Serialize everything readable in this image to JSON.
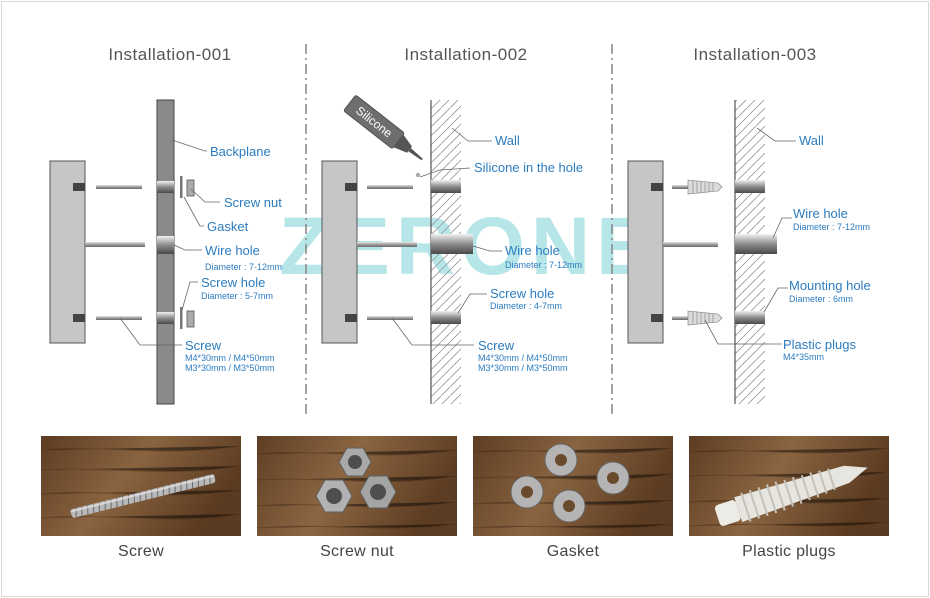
{
  "colors": {
    "accent": "#2c7cc0",
    "title": "#555555",
    "part_fill": "#c6c6c6",
    "backplane_fill": "#8a8a8a",
    "divider": "#8c8c8c",
    "watermark": "#7dd3d8"
  },
  "watermark": "ZERONE",
  "panels": [
    {
      "title": "Installation-001",
      "labels": {
        "backplane": "Backplane",
        "screw_nut": "Screw nut",
        "gasket": "Gasket",
        "wire_hole": "Wire hole",
        "wire_hole_diameter": "Diameter : 7-12mm",
        "screw_hole": "Screw hole",
        "screw_hole_diameter": "Diameter : 5-7mm",
        "screw": "Screw",
        "screw_spec_1": "M4*30mm / M4*50mm",
        "screw_spec_2": "M3*30mm / M3*50mm"
      }
    },
    {
      "title": "Installation-002",
      "labels": {
        "silicone_tube": "Silicone",
        "wall": "Wall",
        "silicone_hole": "Silicone in the hole",
        "wire_hole": "Wire hole",
        "wire_hole_diameter": "Diameter : 7-12mm",
        "screw_hole": "Screw hole",
        "screw_hole_diameter": "Diameter : 4-7mm",
        "screw": "Screw",
        "screw_spec_1": "M4*30mm / M4*50mm",
        "screw_spec_2": "M3*30mm / M3*50mm"
      }
    },
    {
      "title": "Installation-003",
      "labels": {
        "wall": "Wall",
        "wire_hole": "Wire hole",
        "wire_hole_diameter": "Diameter : 7-12mm",
        "mounting_hole": "Mounting hole",
        "mounting_hole_diameter": "Diameter : 6mm",
        "plastic_plugs": "Plastic plugs",
        "plastic_plugs_spec": "M4*35mm"
      }
    }
  ],
  "photos": [
    {
      "caption": "Screw",
      "icon": "screw-photo"
    },
    {
      "caption": "Screw nut",
      "icon": "hex-nut-photo"
    },
    {
      "caption": "Gasket",
      "icon": "washer-photo"
    },
    {
      "caption": "Plastic plugs",
      "icon": "wall-plug-photo"
    }
  ]
}
